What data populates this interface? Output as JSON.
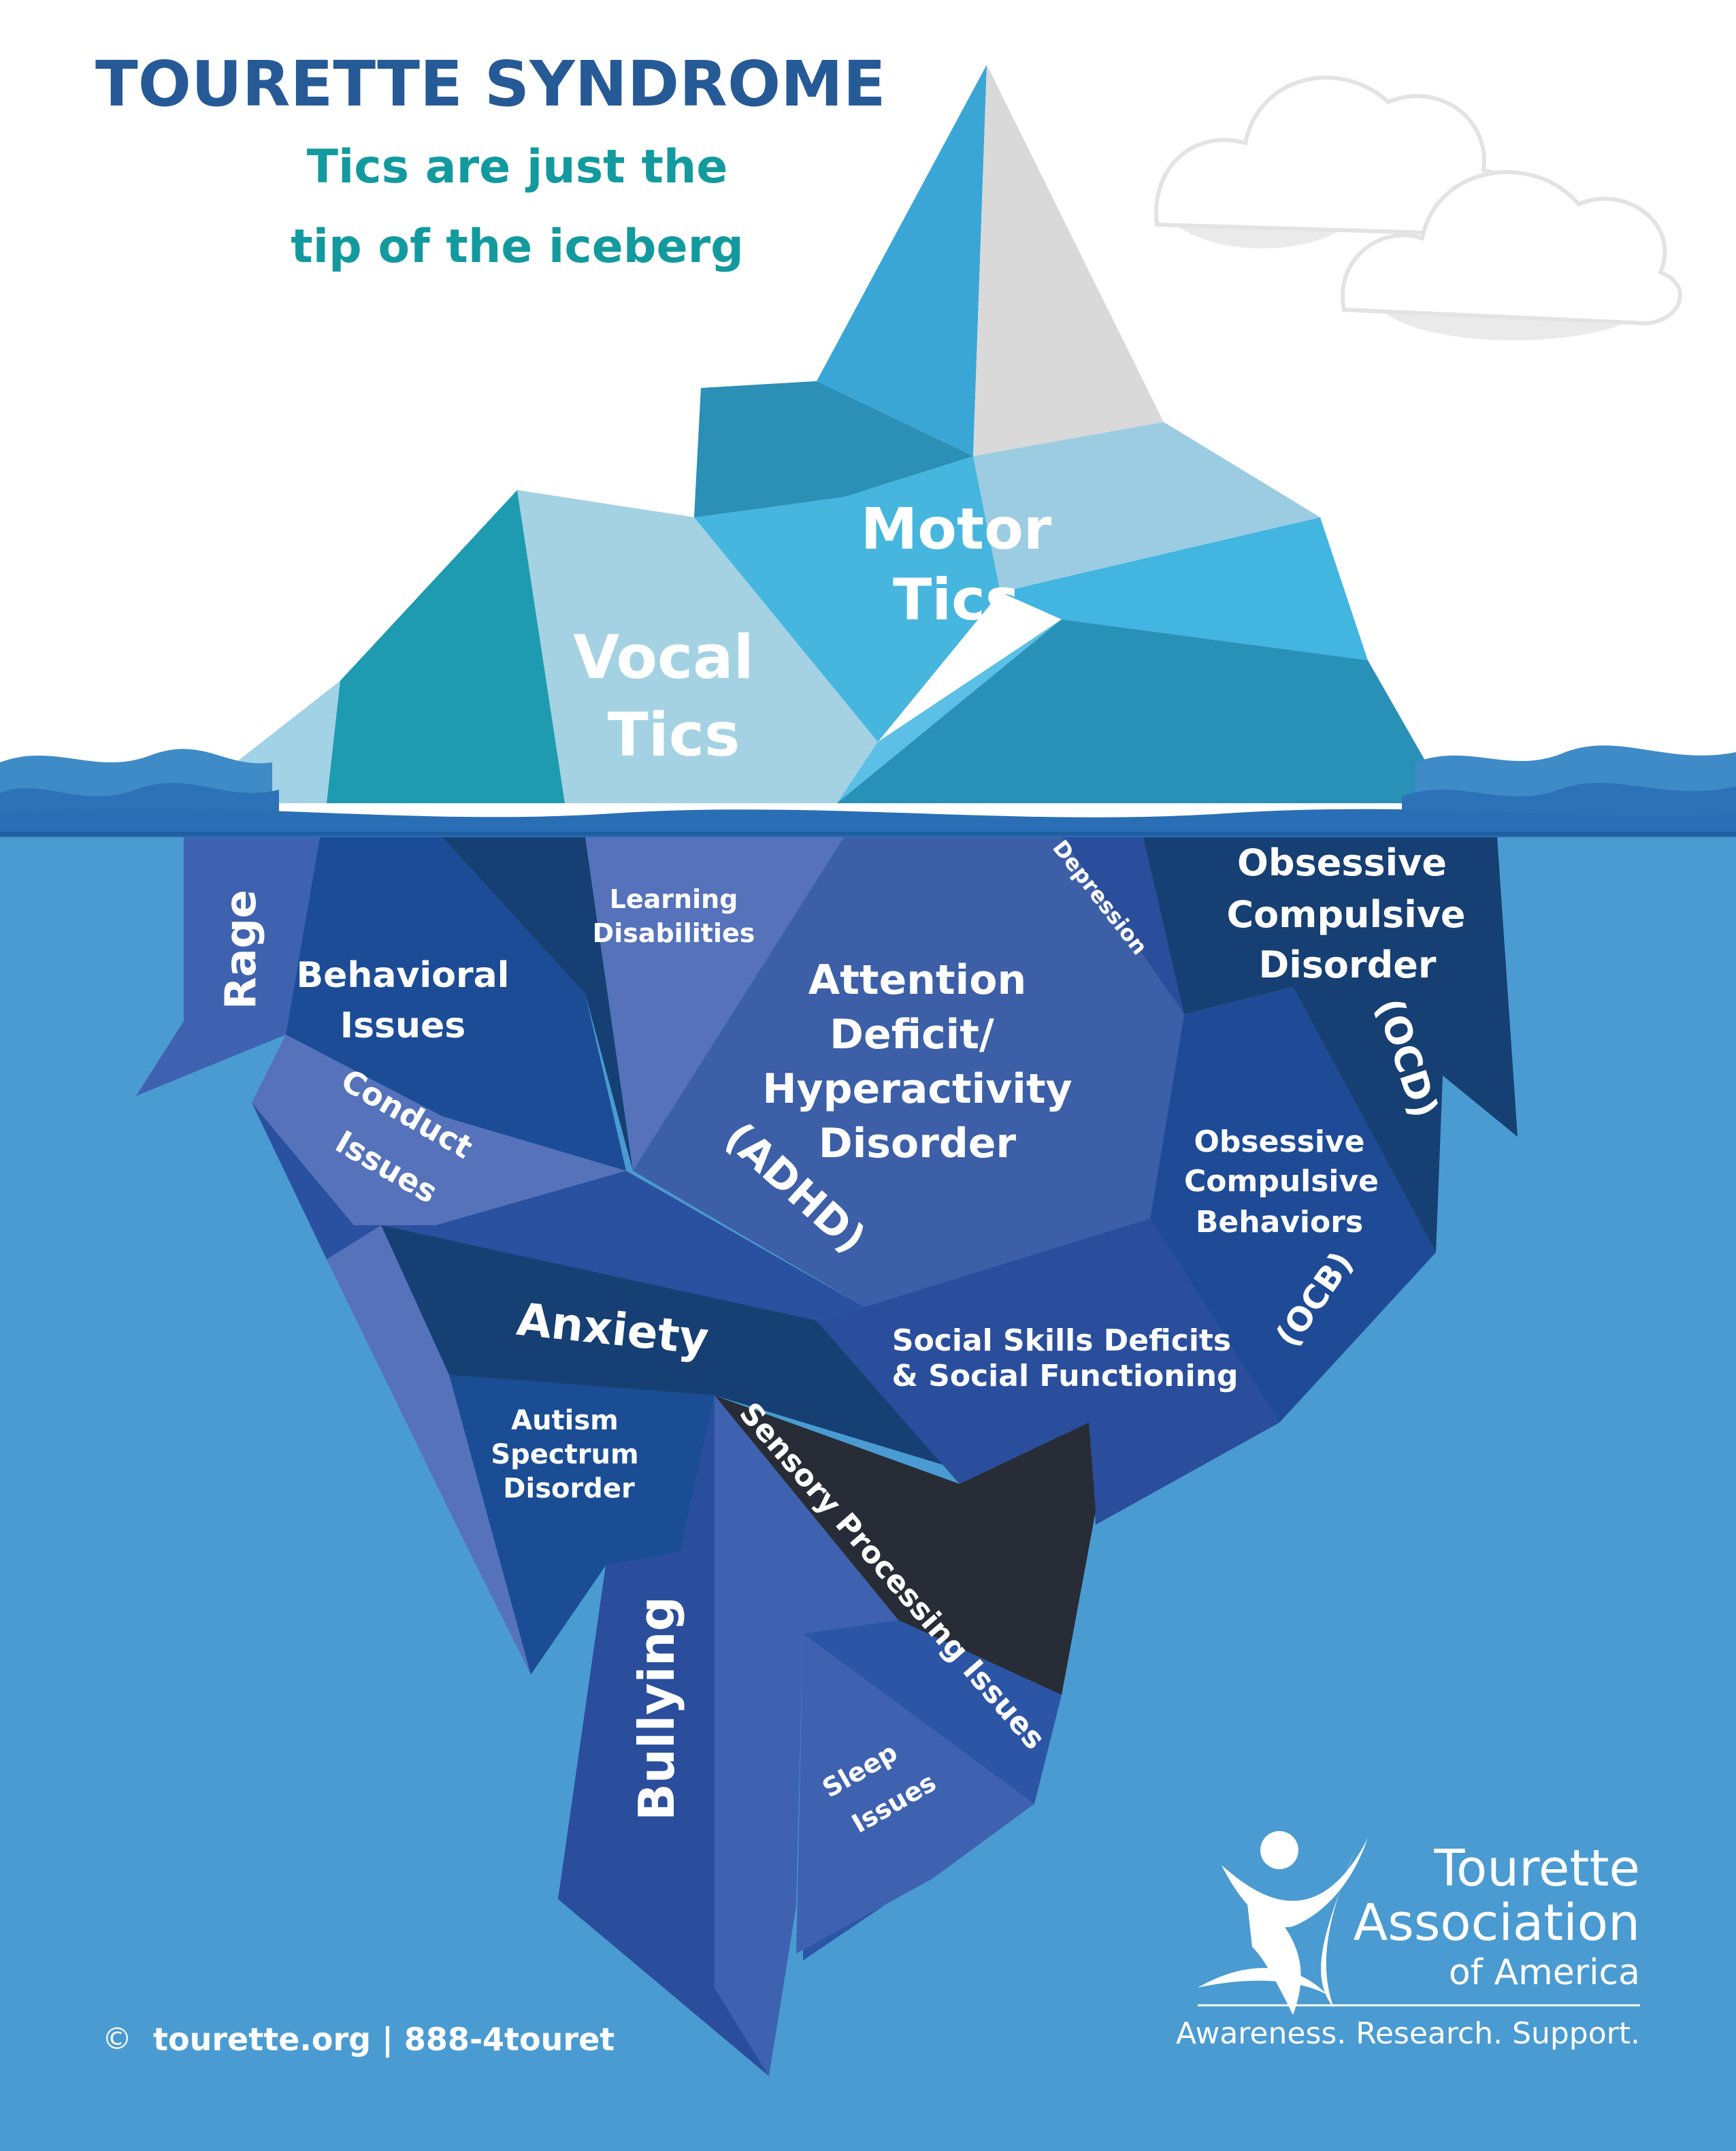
{
  "header": {
    "title": "TOURETTE SYNDROME",
    "subtitle_line1": "Tics are just the",
    "subtitle_line2": "tip of the iceberg"
  },
  "above_water": {
    "motor_line1": "Motor",
    "motor_line2": "Tics",
    "vocal_line1": "Vocal",
    "vocal_line2": "Tics"
  },
  "below_water": {
    "rage": "Rage",
    "behavioral_line1": "Behavioral",
    "behavioral_line2": "Issues",
    "learning_line1": "Learning",
    "learning_line2": "Disabilities",
    "depression": "Depression",
    "ocd_line1": "Obsessive",
    "ocd_line2": "Compulsive",
    "ocd_line3": "Disorder",
    "ocd_abbr": "(OCD)",
    "adhd_line1": "Attention",
    "adhd_line2": "Deficit/",
    "adhd_line3": "Hyperactivity",
    "adhd_line4": "Disorder",
    "adhd_abbr": "(ADHD)",
    "conduct_line1": "Conduct",
    "conduct_line2": "Issues",
    "ocb_line1": "Obsessive",
    "ocb_line2": "Compulsive",
    "ocb_line3": "Behaviors",
    "ocb_abbr": "(OCB)",
    "anxiety": "Anxiety",
    "social_line1": "Social Skills Deficits",
    "social_line2": "& Social Functioning",
    "autism_line1": "Autism",
    "autism_line2": "Spectrum",
    "autism_line3": "Disorder",
    "sensory": "Sensory Processing Issues",
    "bullying": "Bullying",
    "sleep_line1": "Sleep",
    "sleep_line2": "Issues"
  },
  "footer": {
    "copyright_symbol": "©",
    "contact": "tourette.org | 888-4touret"
  },
  "logo": {
    "line1": "Tourette",
    "line2": "Association",
    "line3": "of America",
    "tagline": "Awareness. Research. Support."
  },
  "colors": {
    "title": "#265a96",
    "subtitle": "#139a9e",
    "water": "#4a9bd1",
    "wave_dark": "#2a6fb5",
    "navy": "#123f6d",
    "black_facet": "#272c36"
  }
}
